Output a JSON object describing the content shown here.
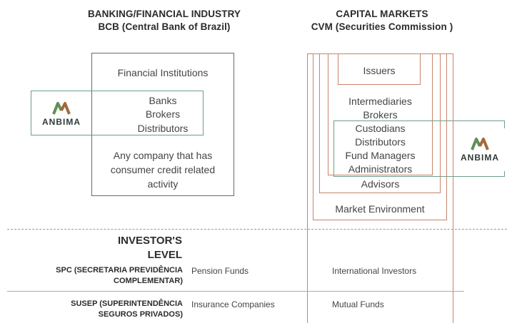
{
  "left_header": {
    "title": "BANKING/FINANCIAL INDUSTRY",
    "subtitle": "BCB (Central Bank of Brazil)"
  },
  "right_header": {
    "title": "CAPITAL MARKETS",
    "subtitle": "CVM (Securities Commission )"
  },
  "banking": {
    "financial_institutions": "Financial Institutions",
    "banks": "Banks",
    "brokers": "Brokers",
    "distributors": "Distributors",
    "consumer_credit": "Any company that has consumer credit related activity"
  },
  "capital": {
    "issuers": "Issuers",
    "intermediaries": "Intermediaries",
    "brokers": "Brokers",
    "custodians": "Custodians",
    "distributors": "Distributors",
    "fund_managers": "Fund Managers",
    "administrators": "Administrators",
    "advisors": "Advisors",
    "market_environment": "Market Environment"
  },
  "logo": {
    "text": "ANBIMA"
  },
  "investors": {
    "title_line1": "INVESTOR'S",
    "title_line2": "LEVEL",
    "spc_line1": "SPC (SECRETARIA PREVIDÊNCIA",
    "spc_line2": "COMPLEMENTAR)",
    "pension_funds": "Pension Funds",
    "international_investors": "International Investors",
    "susep_line1": "SUSEP (SUPERINTENDÊNCIA",
    "susep_line2": "SEGUROS PRIVADOS)",
    "insurance_companies": "Insurance Companies",
    "mutual_funds": "Mutual Funds"
  },
  "colors": {
    "capital_lines": "#c8836a",
    "anbima_box": "#6f9e86",
    "banking_box": "#6a6a6a",
    "logo_green": "#5f8f55",
    "logo_brown": "#a26a3a"
  }
}
